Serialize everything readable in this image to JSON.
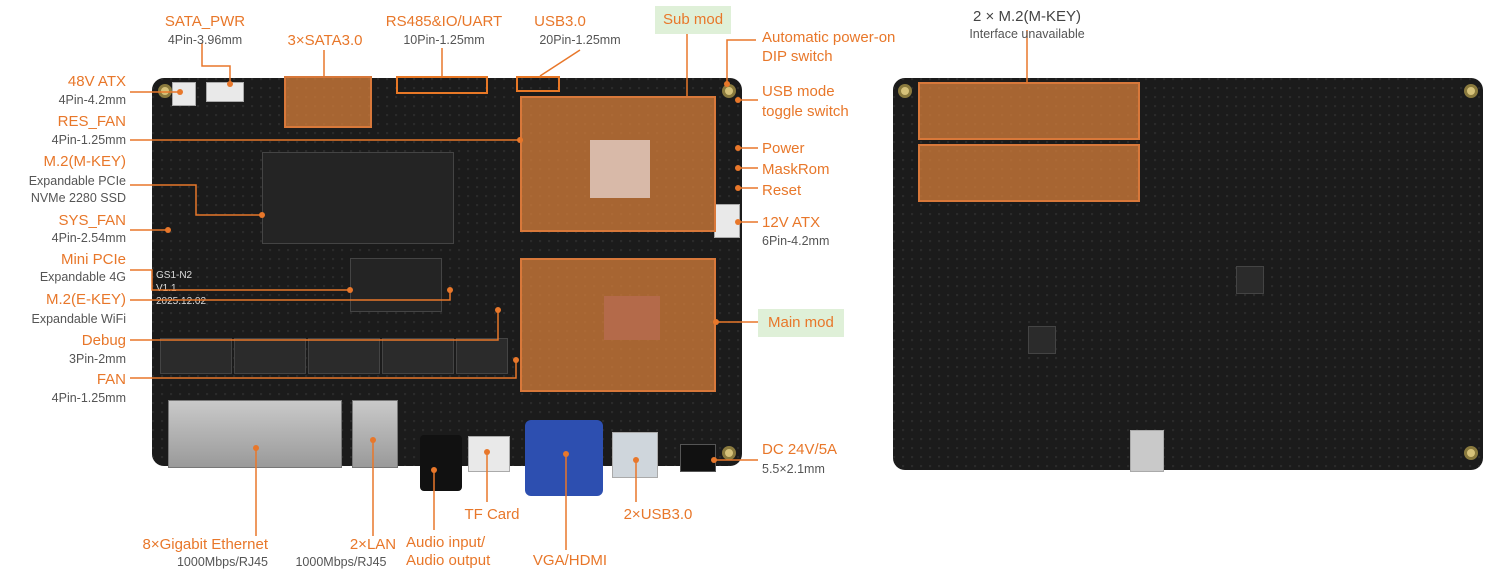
{
  "left_labels": [
    {
      "id": "sata-pwr",
      "title": "SATA_PWR",
      "sub": "4Pin-3.96mm"
    },
    {
      "id": "sata3",
      "title": "3×SATA3.0",
      "sub": ""
    },
    {
      "id": "rs485",
      "title": "RS485&IO/UART",
      "sub": "10Pin-1.25mm"
    },
    {
      "id": "usb3-top",
      "title": "USB3.0",
      "sub": "20Pin-1.25mm"
    },
    {
      "id": "atx48",
      "title": "48V ATX",
      "sub": "4Pin-4.2mm"
    },
    {
      "id": "res-fan",
      "title": "RES_FAN",
      "sub": "4Pin-1.25mm"
    },
    {
      "id": "m2-mkey",
      "title": "M.2(M-KEY)",
      "sub": "Expandable PCIe",
      "sub2": "NVMe 2280 SSD"
    },
    {
      "id": "sys-fan",
      "title": "SYS_FAN",
      "sub": "4Pin-2.54mm"
    },
    {
      "id": "mini-pcie",
      "title": "Mini PCIe",
      "sub": "Expandable 4G"
    },
    {
      "id": "m2-ekey",
      "title": "M.2(E-KEY)",
      "sub": "Expandable WiFi"
    },
    {
      "id": "debug",
      "title": "Debug",
      "sub": "3Pin-2mm"
    },
    {
      "id": "fan",
      "title": "FAN",
      "sub": "4Pin-1.25mm"
    },
    {
      "id": "eth8",
      "title": "8×Gigabit Ethernet",
      "sub": "1000Mbps/RJ45"
    },
    {
      "id": "lan2",
      "title": "2×LAN",
      "sub": "1000Mbps/RJ45"
    },
    {
      "id": "audio",
      "title": "Audio input/",
      "title2": "Audio output"
    },
    {
      "id": "tf",
      "title": "TF Card"
    },
    {
      "id": "vga",
      "title": "VGA/HDMI"
    },
    {
      "id": "usb3x2",
      "title": "2×USB3.0"
    }
  ],
  "right_side_labels": [
    {
      "id": "sub-mod",
      "title": "Sub mod"
    },
    {
      "id": "auto-power",
      "title": "Automatic power-on",
      "title2": "DIP switch"
    },
    {
      "id": "usb-mode",
      "title": "USB mode",
      "title2": "toggle switch"
    },
    {
      "id": "power",
      "title": "Power"
    },
    {
      "id": "maskrom",
      "title": "MaskRom"
    },
    {
      "id": "reset",
      "title": "Reset"
    },
    {
      "id": "atx12",
      "title": "12V ATX",
      "sub": "6Pin-4.2mm"
    },
    {
      "id": "main-mod",
      "title": "Main mod"
    },
    {
      "id": "dc",
      "title": "DC 24V/5A",
      "sub": "5.5×2.1mm"
    }
  ],
  "back_label": {
    "title": "2 × M.2(M-KEY)",
    "sub": "Interface unavailable"
  },
  "board_silk": {
    "model": "GS1-N2",
    "ver": "V1.1",
    "date": "2025.12.02"
  },
  "colors": {
    "accent": "#e8772a",
    "board": "#1b1b1b",
    "highlight": "#d8783a",
    "green_tag": "#dff0d8"
  }
}
